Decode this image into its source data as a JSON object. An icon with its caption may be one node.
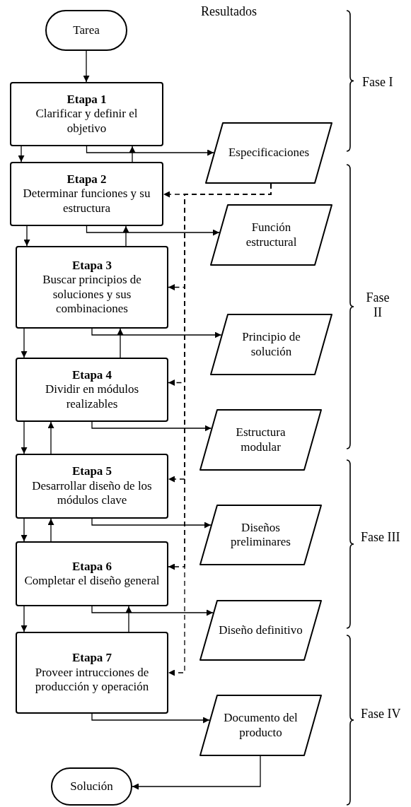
{
  "diagram": {
    "nodes": [
      {
        "text": [
          "Tarea"
        ]
      },
      {
        "text": [
          "Etapa 1",
          "Clarificar y definir el objetivo"
        ]
      },
      {
        "text": [
          "Etapa 2",
          "Determinar funciones y su estructura"
        ]
      },
      {
        "text": [
          "Etapa 3",
          "Buscar principios de soluciones y sus combinaciones"
        ]
      },
      {
        "text": [
          "Etapa 4",
          "Dividir en módulos realizables"
        ]
      },
      {
        "text": [
          "Etapa 5",
          "Desarrollar diseño de los módulos clave"
        ]
      },
      {
        "text": [
          "Etapa 6",
          "Completar el diseño general"
        ]
      },
      {
        "text": [
          "Etapa 7",
          "Proveer intrucciones de producción y operación"
        ]
      },
      {
        "text": [
          "Solución"
        ]
      },
      {
        "text": [
          "Especificaciones"
        ]
      },
      {
        "text": [
          "Función estructural"
        ]
      },
      {
        "text": [
          "Principio de solución"
        ]
      },
      {
        "text": [
          "Estructura modular"
        ]
      },
      {
        "text": [
          "Diseños preliminares"
        ]
      },
      {
        "text": [
          "Diseño definitivo"
        ]
      },
      {
        "text": [
          "Documento del producto"
        ]
      }
    ],
    "edges": [
      {
        "from": 0,
        "to": 1,
        "arrow": "to"
      },
      {
        "from": 1,
        "to": 2,
        "arrow": "to"
      },
      {
        "from": 2,
        "to": 1,
        "arrow": "to"
      },
      {
        "from": 1,
        "to": 9,
        "arrow": "to"
      },
      {
        "from": 9,
        "to": 2,
        "arrow": "to",
        "style": "dashed"
      },
      {
        "from": 9,
        "to": 3,
        "arrow": "to",
        "style": "dashed"
      },
      {
        "from": 9,
        "to": 4,
        "arrow": "to",
        "style": "dashed"
      },
      {
        "from": 9,
        "to": 5,
        "arrow": "to",
        "style": "dashed"
      },
      {
        "from": 9,
        "to": 6,
        "arrow": "to",
        "style": "dashed"
      },
      {
        "from": 9,
        "to": 7,
        "arrow": "to",
        "style": "dashed"
      },
      {
        "from": 2,
        "to": 3,
        "arrow": "to"
      },
      {
        "from": 3,
        "to": 2,
        "arrow": "to"
      },
      {
        "from": 2,
        "to": 10,
        "arrow": "to"
      },
      {
        "from": 3,
        "to": 4,
        "arrow": "to"
      },
      {
        "from": 4,
        "to": 3,
        "arrow": "to"
      },
      {
        "from": 3,
        "to": 11,
        "arrow": "to"
      },
      {
        "from": 4,
        "to": 5,
        "arrow": "to"
      },
      {
        "from": 5,
        "to": 4,
        "arrow": "to"
      },
      {
        "from": 4,
        "to": 12,
        "arrow": "to"
      },
      {
        "from": 5,
        "to": 6,
        "arrow": "to"
      },
      {
        "from": 6,
        "to": 5,
        "arrow": "to"
      },
      {
        "from": 5,
        "to": 13,
        "arrow": "to"
      },
      {
        "from": 6,
        "to": 7,
        "arrow": "to"
      },
      {
        "from": 7,
        "to": 6,
        "arrow": "to"
      },
      {
        "from": 6,
        "to": 14,
        "arrow": "to"
      },
      {
        "from": 7,
        "to": 15,
        "arrow": "to"
      },
      {
        "from": 15,
        "to": 8,
        "arrow": "to"
      }
    ],
    "labels": [
      "Resultados",
      "Fase I",
      "Fase II",
      "Fase III",
      "Fase IV"
    ]
  }
}
